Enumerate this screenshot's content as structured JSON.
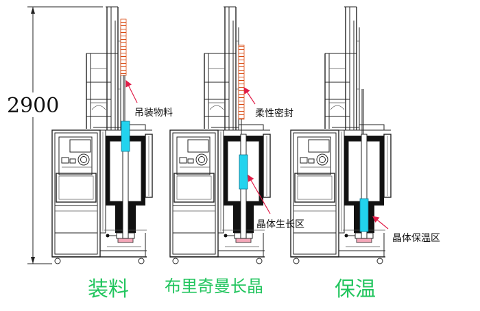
{
  "dimension": {
    "value": "2900"
  },
  "labels": {
    "hoisting": "吊装物料",
    "flexible_seal": "柔性密封",
    "growth_zone": "晶体生长区",
    "insulation_zone": "晶体保温区"
  },
  "captions": {
    "loading": "装料",
    "bridgman": "布里奇曼长晶",
    "insulation": "保温"
  },
  "colors": {
    "crystal": "#22d3ee",
    "arrow": "#e11d48",
    "furnace": "#111111",
    "caption": "#22c55e",
    "rope": "#d9480f"
  }
}
